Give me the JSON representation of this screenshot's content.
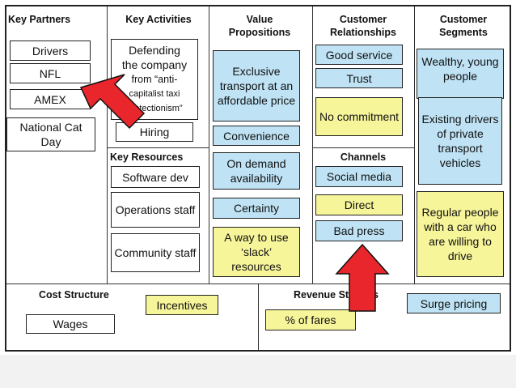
{
  "headers": {
    "key_partners": "Key Partners",
    "key_activities": "Key Activities",
    "value_propositions": "Value Propositions",
    "customer_relationships": "Customer Relationships",
    "customer_segments": "Customer Segments",
    "key_resources": "Key Resources",
    "channels": "Channels",
    "cost_structure": "Cost Structure",
    "revenue_streams": "Revenue Streams"
  },
  "notes": {
    "drivers": "Drivers",
    "nfl": "NFL",
    "amex": "AMEX",
    "national_day": "National Cat Day",
    "defending": "Defending the company from “anti-capitalist taxi protectionism”",
    "defending_line1": "Defending",
    "defending_line2": "the company",
    "defending_line3": "from “anti-",
    "defending_line4": "capitalist taxi",
    "defending_line5": "protectionism”",
    "hiring": "Hiring",
    "software_dev": "Software dev",
    "operations_staff": "Operations staff",
    "community_staff": "Community staff",
    "exclusive_transport": "Exclusive transport at an affordable price",
    "convenience": "Convenience",
    "on_demand": "On demand availability",
    "certainty": "Certainty",
    "slack_resources": "A way to use ‘slack’ resources",
    "good_service": "Good service",
    "trust": "Trust",
    "no_commitment": "No commitment",
    "social_media": "Social media",
    "direct": "Direct",
    "bad_press": "Bad press",
    "wealthy_young": "Wealthy, young people",
    "existing_drivers": "Existing drivers of private transport vehicles",
    "regular_people": "Regular people with a car who are willing to drive",
    "incentives": "Incentives",
    "wages": "Wages",
    "fares": "% of fares",
    "surge_pricing": "Surge pricing"
  },
  "colors": {
    "blue_note": "#bfe3f5",
    "yellow_note": "#f7f59a",
    "arrow": "#e8262b"
  }
}
